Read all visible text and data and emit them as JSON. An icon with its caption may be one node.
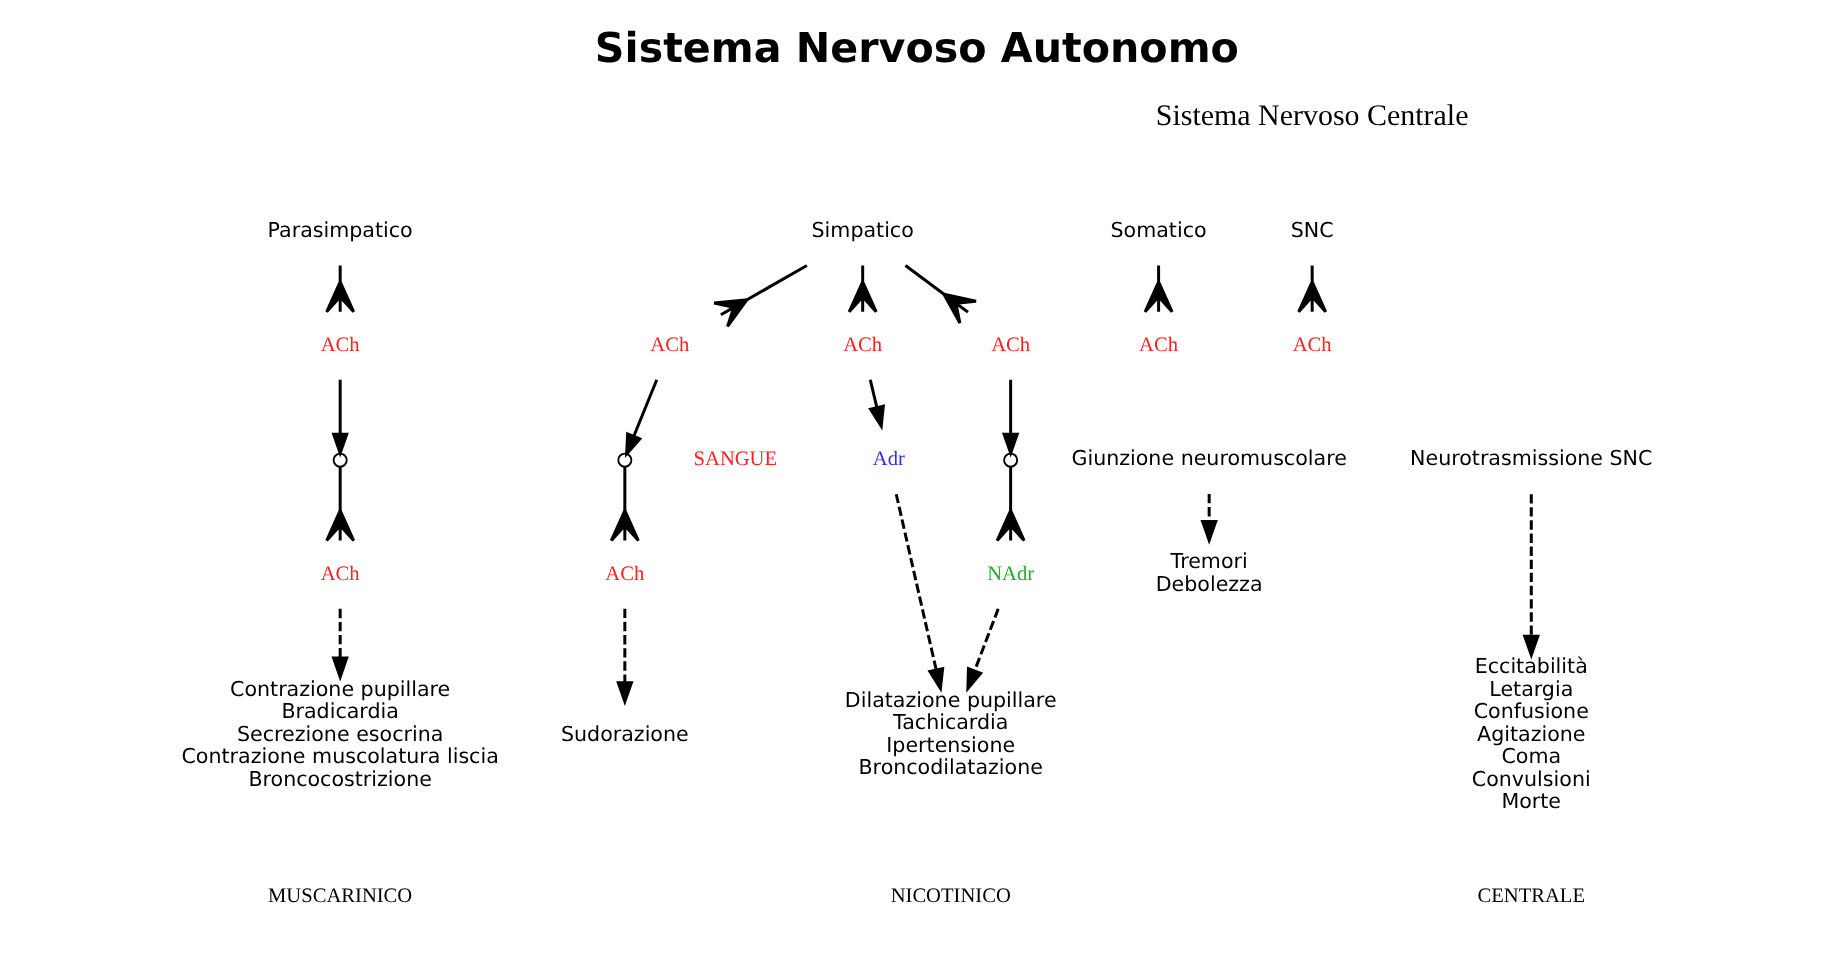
{
  "diagram": {
    "title": "Sistema Nervoso Autonomo",
    "nodes": [
      {
        "text": [
          "Parasimpatico"
        ]
      },
      {
        "text": [
          "ACh"
        ]
      },
      {
        "text": [],
        "shape": "circle"
      },
      {
        "text": [
          "ACh"
        ]
      },
      {
        "text": [
          "Contrazione pupillare",
          "Bradicardia",
          "Secrezione esocrina",
          "Contrazione muscolatura liscia",
          "Broncocostrizione"
        ]
      },
      {
        "text": [
          "Simpatico"
        ]
      },
      {
        "text": [
          "ACh"
        ]
      },
      {
        "text": [],
        "shape": "circle"
      },
      {
        "text": [
          "ACh"
        ]
      },
      {
        "text": [
          "Sudorazione"
        ]
      },
      {
        "text": [
          "ACh"
        ]
      },
      {
        "text": [
          "Adr"
        ]
      },
      {
        "text": [
          "Dilatazione pupillare",
          "Tachicardia",
          "Ipertensione",
          "Broncodilatazione"
        ]
      },
      {
        "text": [
          "ACh"
        ]
      },
      {
        "text": [],
        "shape": "circle"
      },
      {
        "text": [
          "NAdr"
        ]
      },
      {
        "text": [
          "Somatico"
        ]
      },
      {
        "text": [
          "ACh"
        ]
      },
      {
        "text": [
          "Giunzione neuromuscolare"
        ]
      },
      {
        "text": [
          "Tremori",
          "Debolezza"
        ]
      },
      {
        "text": [
          "SNC"
        ]
      },
      {
        "text": [
          "ACh"
        ]
      },
      {
        "text": [
          "Neurotrasmissione SNC"
        ]
      },
      {
        "text": [
          "Eccitabilità",
          "Letargia",
          "Confusione",
          "Agitazione",
          "Coma",
          "Convulsioni",
          "Morte"
        ]
      }
    ],
    "edges": [
      {
        "from": 0,
        "to": 1,
        "arrow": "other"
      },
      {
        "from": 1,
        "to": 2,
        "arrow": "to"
      },
      {
        "from": 2,
        "to": 3,
        "arrow": "other"
      },
      {
        "from": 3,
        "to": 4,
        "arrow": "to",
        "style": "dashed"
      },
      {
        "from": 5,
        "to": 6,
        "arrow": "other"
      },
      {
        "from": 5,
        "to": 10,
        "arrow": "other"
      },
      {
        "from": 5,
        "to": 13,
        "arrow": "other"
      },
      {
        "from": 6,
        "to": 7,
        "arrow": "to"
      },
      {
        "from": 7,
        "to": 8,
        "arrow": "other"
      },
      {
        "from": 8,
        "to": 9,
        "arrow": "to",
        "style": "dashed"
      },
      {
        "from": 10,
        "to": 11,
        "arrow": "to"
      },
      {
        "from": 11,
        "to": 12,
        "arrow": "to",
        "style": "dashed"
      },
      {
        "from": 13,
        "to": 14,
        "arrow": "to"
      },
      {
        "from": 14,
        "to": 15,
        "arrow": "other"
      },
      {
        "from": 15,
        "to": 12,
        "arrow": "to",
        "style": "dashed"
      },
      {
        "from": 16,
        "to": 17,
        "arrow": "other"
      },
      {
        "from": 18,
        "to": 19,
        "arrow": "to",
        "style": "dashed"
      },
      {
        "from": 20,
        "to": 21,
        "arrow": "other"
      },
      {
        "from": 22,
        "to": 23,
        "arrow": "to",
        "style": "dashed"
      }
    ],
    "labels": [
      "Sistema Nervoso Centrale",
      "SANGUE",
      "MUSCARINICO",
      "NICOTINICO",
      "CENTRALE"
    ]
  }
}
